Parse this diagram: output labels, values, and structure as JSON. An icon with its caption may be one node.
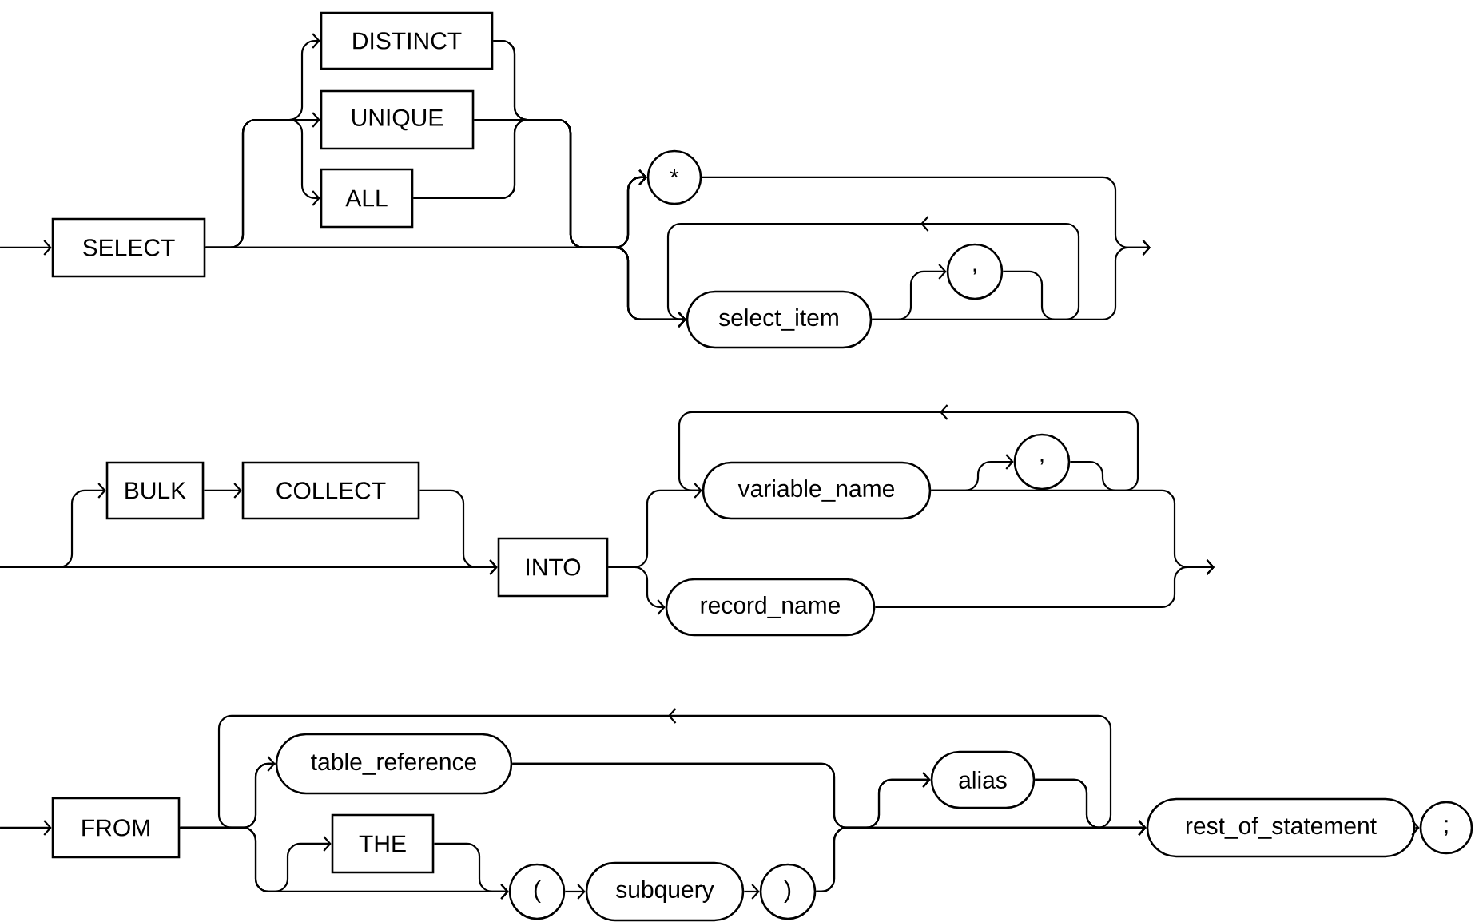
{
  "diagram": {
    "nodes": [
      {
        "text": [
          "SELECT"
        ]
      },
      {
        "text": [
          "DISTINCT"
        ]
      },
      {
        "text": [
          "UNIQUE"
        ]
      },
      {
        "text": [
          "ALL"
        ]
      },
      {
        "text": [
          "*"
        ]
      },
      {
        "text": [
          "select_item"
        ]
      },
      {
        "text": [
          ","
        ]
      },
      {
        "text": [
          "BULK"
        ]
      },
      {
        "text": [
          "COLLECT"
        ]
      },
      {
        "text": [
          "INTO"
        ]
      },
      {
        "text": [
          "variable_name"
        ]
      },
      {
        "text": [
          ","
        ]
      },
      {
        "text": [
          "record_name"
        ]
      },
      {
        "text": [
          "FROM"
        ]
      },
      {
        "text": [
          "table_reference"
        ]
      },
      {
        "text": [
          "THE"
        ]
      },
      {
        "text": [
          "("
        ]
      },
      {
        "text": [
          "subquery"
        ]
      },
      {
        "text": [
          ")"
        ]
      },
      {
        "text": [
          "alias"
        ]
      },
      {
        "text": [
          "rest_of_statement"
        ]
      },
      {
        "text": [
          ";"
        ]
      }
    ],
    "edges": [
      {
        "from": null,
        "to": 0,
        "arrow": "to"
      },
      {
        "from": 0,
        "to": 1,
        "arrow": "to"
      },
      {
        "from": 0,
        "to": 2,
        "arrow": "to"
      },
      {
        "from": 0,
        "to": 3,
        "arrow": "to"
      },
      {
        "from": 0,
        "to": 4,
        "arrow": "to"
      },
      {
        "from": 0,
        "to": 5,
        "arrow": "to"
      },
      {
        "from": 1,
        "to": 4,
        "arrow": "to"
      },
      {
        "from": 1,
        "to": 5,
        "arrow": "to"
      },
      {
        "from": 2,
        "to": 4,
        "arrow": "to"
      },
      {
        "from": 2,
        "to": 5,
        "arrow": "to"
      },
      {
        "from": 3,
        "to": 4,
        "arrow": "to"
      },
      {
        "from": 3,
        "to": 5,
        "arrow": "to"
      },
      {
        "from": 5,
        "to": 6,
        "arrow": "to"
      },
      {
        "from": 6,
        "to": 5,
        "arrow": "to"
      },
      {
        "from": 4,
        "to": null,
        "arrow": "to"
      },
      {
        "from": 5,
        "to": null,
        "arrow": "to"
      },
      {
        "from": null,
        "to": 7,
        "arrow": "to"
      },
      {
        "from": null,
        "to": 9,
        "arrow": "to"
      },
      {
        "from": 7,
        "to": 8,
        "arrow": "to"
      },
      {
        "from": 8,
        "to": 9,
        "arrow": "to"
      },
      {
        "from": 9,
        "to": 10,
        "arrow": "to"
      },
      {
        "from": 9,
        "to": 12,
        "arrow": "to"
      },
      {
        "from": 10,
        "to": 11,
        "arrow": "to"
      },
      {
        "from": 11,
        "to": 10,
        "arrow": "to"
      },
      {
        "from": 10,
        "to": null,
        "arrow": "to"
      },
      {
        "from": 12,
        "to": null,
        "arrow": "to"
      },
      {
        "from": null,
        "to": 13,
        "arrow": "to"
      },
      {
        "from": 13,
        "to": 14,
        "arrow": "to"
      },
      {
        "from": 13,
        "to": 15,
        "arrow": "to"
      },
      {
        "from": 13,
        "to": 16,
        "arrow": "to"
      },
      {
        "from": 15,
        "to": 16,
        "arrow": "to"
      },
      {
        "from": 16,
        "to": 17,
        "arrow": "to"
      },
      {
        "from": 17,
        "to": 18,
        "arrow": "to"
      },
      {
        "from": 14,
        "to": 19,
        "arrow": "to"
      },
      {
        "from": 18,
        "to": 19,
        "arrow": "to"
      },
      {
        "from": 14,
        "to": 20,
        "arrow": "to"
      },
      {
        "from": 18,
        "to": 20,
        "arrow": "to"
      },
      {
        "from": 19,
        "to": 20,
        "arrow": "to"
      },
      {
        "from": 20,
        "to": 21,
        "arrow": "to"
      },
      {
        "from": 19,
        "to": 14,
        "arrow": "to"
      }
    ]
  }
}
